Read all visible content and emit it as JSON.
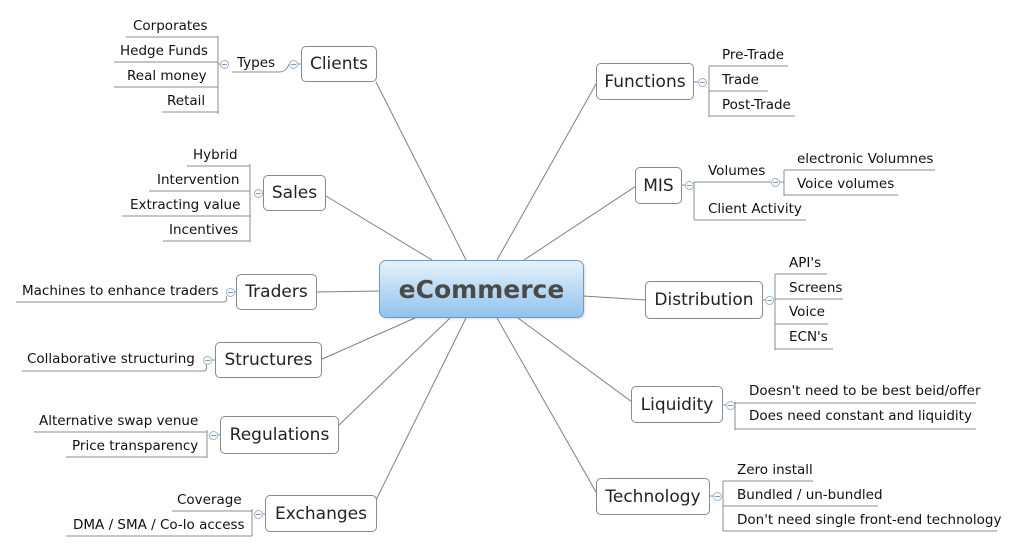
{
  "central": "eCommerce",
  "left": [
    {
      "label": "Clients",
      "groups": [
        {
          "label": "Types",
          "children": [
            "Corporates",
            "Hedge Funds",
            "Real money",
            "Retail"
          ]
        }
      ]
    },
    {
      "label": "Sales",
      "children": [
        "Hybrid",
        "Intervention",
        "Extracting value",
        "Incentives"
      ]
    },
    {
      "label": "Traders",
      "children": [
        "Machines to enhance traders"
      ]
    },
    {
      "label": "Structures",
      "children": [
        "Collaborative structuring"
      ]
    },
    {
      "label": "Regulations",
      "children": [
        "Alternative swap venue",
        "Price transparency"
      ]
    },
    {
      "label": "Exchanges",
      "children": [
        "Coverage",
        "DMA / SMA / Co-lo access"
      ]
    }
  ],
  "right": [
    {
      "label": "Functions",
      "children": [
        "Pre-Trade",
        "Trade",
        "Post-Trade"
      ]
    },
    {
      "label": "MIS",
      "groups": [
        {
          "label": "Volumes",
          "children": [
            "electronic Volumnes",
            "Voice volumes"
          ]
        }
      ],
      "children": [
        "Client Activity"
      ]
    },
    {
      "label": "Distribution",
      "children": [
        "API's",
        "Screens",
        "Voice",
        "ECN's"
      ]
    },
    {
      "label": "Liquidity",
      "children": [
        "Doesn't need to be best beid/offer",
        "Does need constant and liquidity"
      ]
    },
    {
      "label": "Technology",
      "children": [
        "Zero install",
        "Bundled / un-bundled",
        "Don't need single front-end technology"
      ]
    }
  ],
  "colors": {
    "central_top": "#e6f2fc",
    "central_bottom": "#8fc3ef",
    "central_text": "#4a4a4a",
    "lines": "#7f7f7f",
    "collapse_marker": "#7c9dbf"
  }
}
